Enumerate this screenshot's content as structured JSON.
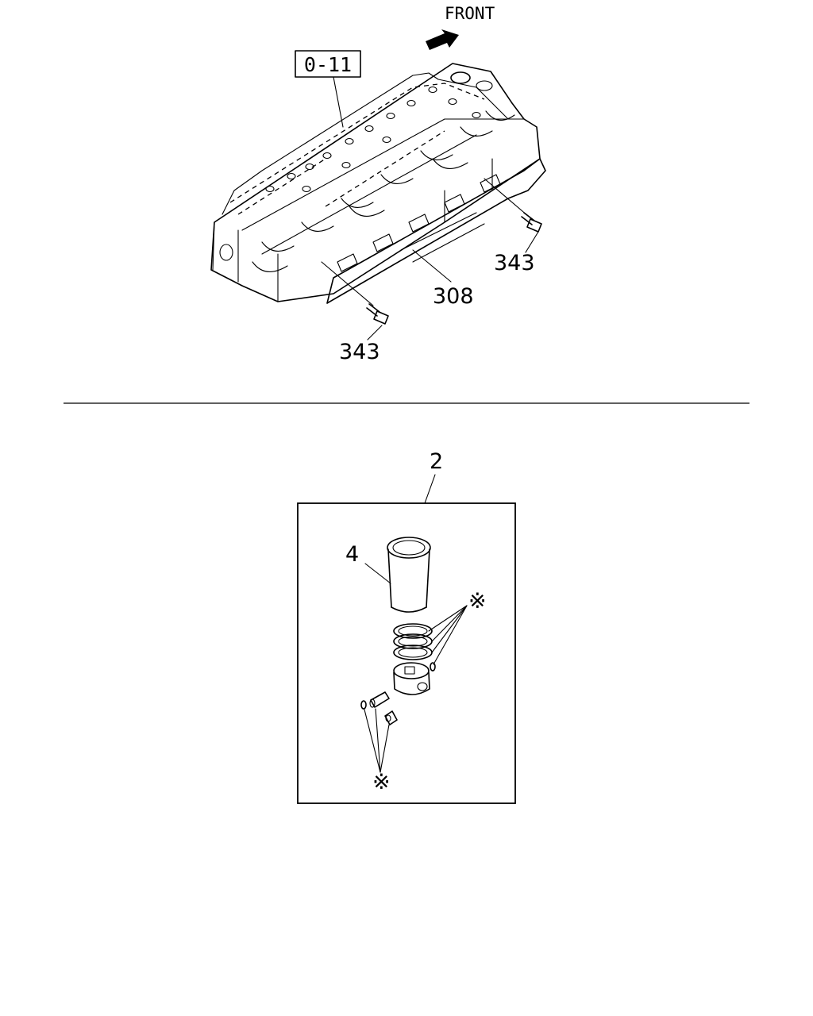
{
  "top_view": {
    "direction_label": "FRONT",
    "reference_box_label": "0-11",
    "callouts": {
      "bolt_right": "343",
      "gasket": "308",
      "bolt_left": "343"
    }
  },
  "bottom_view": {
    "kit_callout": "2",
    "liner_callout": "4",
    "ring_set_mark": "※",
    "pin_clip_mark": "※"
  }
}
